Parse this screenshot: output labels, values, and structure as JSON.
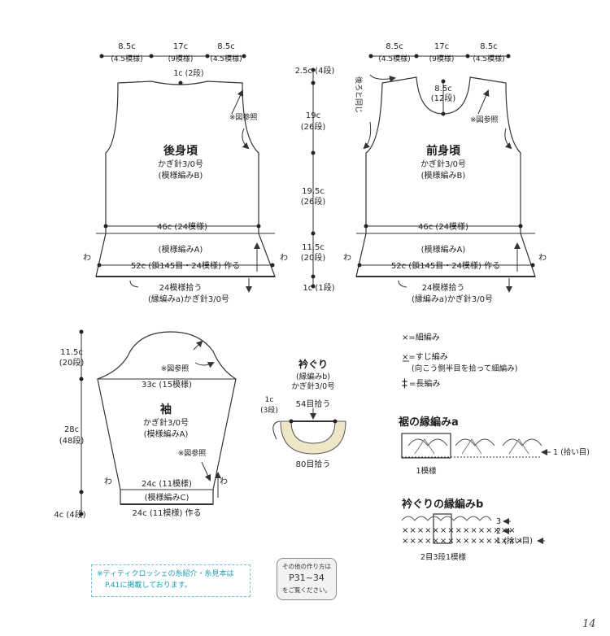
{
  "back": {
    "top_widths": [
      "8.5c",
      "17c",
      "8.5c"
    ],
    "top_patterns": [
      "(4.5模様)",
      "(9模様)",
      "(4.5模様)"
    ],
    "neck_depth": "1c (2段)",
    "ref": "※図参照",
    "title": "後身頃",
    "needle": "かぎ針3/0号",
    "pattern_b": "(模様編みB)",
    "width_46": "46c (24模様)",
    "pattern_a": "(模様編みA)",
    "cast_on": "52c (鎖145目・24模様) 作る",
    "wa": "わ",
    "pickup": "24模様拾う",
    "edge_needle": "(縁編みa)かぎ針3/0号"
  },
  "front": {
    "top_widths": [
      "8.5c",
      "17c",
      "8.5c"
    ],
    "top_patterns": [
      "(4.5模様)",
      "(9模様)",
      "(4.5模様)"
    ],
    "same_as_back": "後ろと同じ",
    "neck_depth": "8.5c",
    "neck_rows": "(12段)",
    "ref": "※図参照",
    "title": "前身頃",
    "needle": "かぎ針3/0号",
    "pattern_b": "(模様編みB)",
    "width_46": "46c (24模様)",
    "pattern_a": "(模様編みA)",
    "cast_on": "52c (鎖145目・24模様) 作る",
    "wa": "わ",
    "pickup": "24模様拾う",
    "edge_needle": "(縁編みa)かぎ針3/0号"
  },
  "vertical_dims": {
    "d1": "2.5c (4段)",
    "d2": "19c",
    "d2r": "(26段)",
    "d3": "19.5c",
    "d3r": "(26段)",
    "d4": "11.5c",
    "d4r": "(20段)",
    "d5": "1c (1段)"
  },
  "sleeve": {
    "cap_height": "11.5c",
    "cap_rows": "(20段)",
    "ref": "※図参照",
    "width_33": "33c (15模様)",
    "title": "袖",
    "needle": "かぎ針3/0号",
    "pattern_a": "(模様編みA)",
    "body_height": "28c",
    "body_rows": "(48段)",
    "ref2": "※図参照",
    "width_24": "24c (11模様)",
    "pattern_c": "(模様編みC)",
    "cast_on": "24c (11模様) 作る",
    "cuff_height": "4c (4段)",
    "wa": "わ"
  },
  "neckband": {
    "title": "衿ぐり",
    "pattern": "(縁編みb)",
    "needle": "かぎ針3/0号",
    "depth": "1c",
    "depth_rows": "(3段)",
    "inner_pickup": "54目拾う",
    "outer_pickup": "80目拾う"
  },
  "legend": {
    "sc": "×=細編み",
    "bl": "×=すじ編み",
    "bl_note": "(向こう側半目を拾って細編み)",
    "dc": "=長編み"
  },
  "edge_a": {
    "title": "裾の縁編みa",
    "row1": "1 (拾い目)",
    "repeat": "1模様"
  },
  "edge_b": {
    "title": "衿ぐりの縁編みb",
    "row3": "3",
    "row2": "2",
    "row1": "1 (拾い目)",
    "repeat": "2目3段1模様"
  },
  "notes": {
    "yarn_line1": "※ティティクロッシェの糸紹介・糸見本は",
    "yarn_line2": "P.41に掲載しております。",
    "ref_line1": "その他の作り方は",
    "ref_pages": "P31~34",
    "ref_line2": "をご覧ください。"
  },
  "page_number": "14",
  "colors": {
    "accent": "#1a9db4",
    "line": "#333333",
    "band": "#efe6c7"
  }
}
